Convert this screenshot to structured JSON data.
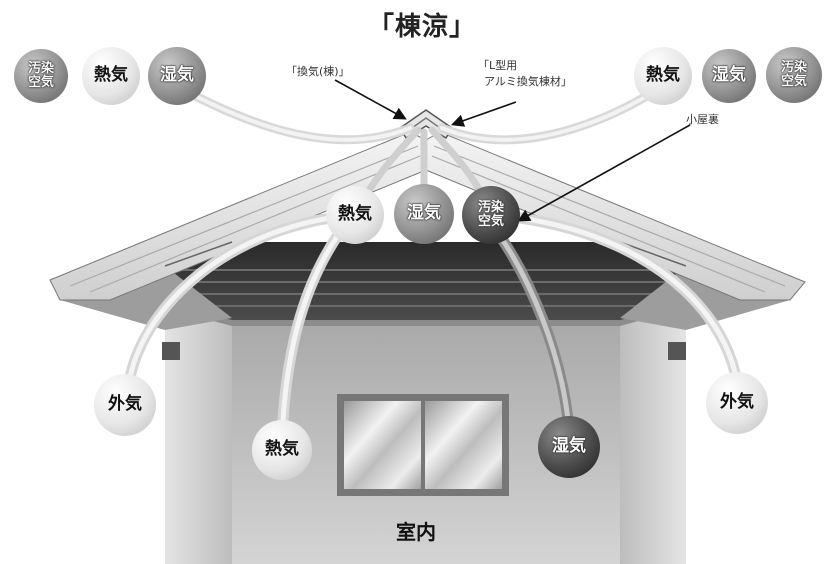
{
  "title": "「棟涼」",
  "annotations": {
    "ridge_vent": "「換気(棟)」",
    "aluminum_vent_line1": "「L型用",
    "aluminum_vent_line2": "アルミ換気棟材」",
    "attic": "小屋裏"
  },
  "room_label": "室内",
  "balls": {
    "top_left_polluted": "汚染空気",
    "top_left_heat": "熱気",
    "top_left_humid": "湿気",
    "top_right_heat": "熱気",
    "top_right_humid": "湿気",
    "top_right_polluted": "汚染空気",
    "attic_heat": "熱気",
    "attic_humid": "湿気",
    "attic_polluted": "汚染空気",
    "outside_left": "外気",
    "outside_right": "外気",
    "indoor_heat": "熱気",
    "indoor_humid": "湿気"
  },
  "colors": {
    "roof_dark": "#2b2b2b",
    "wall": "#bfbfbf",
    "air_stream": "#e8e8e8"
  }
}
